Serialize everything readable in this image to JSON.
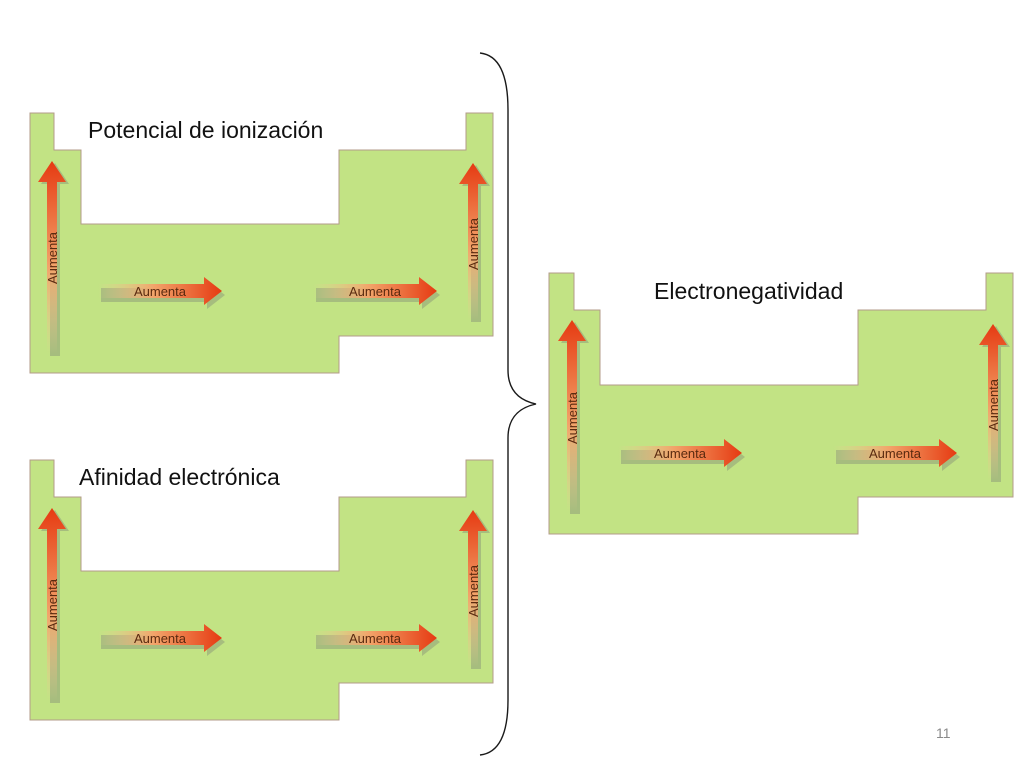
{
  "slide": {
    "page_number": "11"
  },
  "colors": {
    "table_fill": "#c2e384",
    "table_stroke": "#b39b8a",
    "arrow_head": "#e63a12",
    "arrow_tail": "#f5c89a",
    "arrow_shadow": "#8f9f7a",
    "brace": "#1a1a1a"
  },
  "panels": [
    {
      "title": "Potencial de ionización",
      "arrows": {
        "left_up": "Aumenta",
        "right_up": "Aumenta",
        "right_1": "Aumenta",
        "right_2": "Aumenta"
      }
    },
    {
      "title": "Afinidad electrónica",
      "arrows": {
        "left_up": "Aumenta",
        "right_up": "Aumenta",
        "right_1": "Aumenta",
        "right_2": "Aumenta"
      }
    },
    {
      "title": "Electronegatividad",
      "arrows": {
        "left_up": "Aumenta",
        "right_up": "Aumenta",
        "right_1": "Aumenta",
        "right_2": "Aumenta"
      }
    }
  ]
}
